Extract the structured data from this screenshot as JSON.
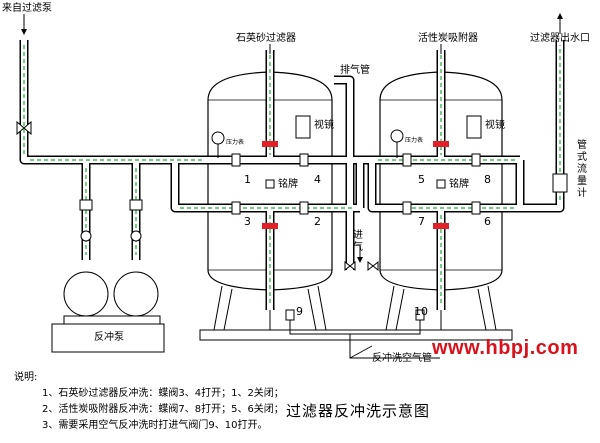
{
  "labels": {
    "inlet": "来自过滤泵",
    "quartz_filter": "石英砂过滤器",
    "carbon_filter": "活性炭吸附器",
    "outlet": "过滤器出水口",
    "vent_pipe": "排气管",
    "sight_glass_1": "视镜",
    "sight_glass_2": "视镜",
    "gauge_1": "压力表",
    "gauge_2": "压力表",
    "nameplate_1": "铭牌",
    "nameplate_2": "铭牌",
    "flowmeter": "管式流量计",
    "air_in": "进气",
    "backwash_pump": "反冲泵",
    "air_pipe": "反冲洗空气管"
  },
  "valve_numbers": [
    "1",
    "2",
    "3",
    "4",
    "5",
    "6",
    "7",
    "8",
    "9",
    "10"
  ],
  "notes": {
    "heading": "说明:",
    "items": [
      "1、石英砂过滤器反冲洗：蝶阀3、4打开；1、2关闭；",
      "2、活性炭吸附器反冲洗：蝶阀7、8打开；5、6关闭；",
      "3、需要采用空气反冲洗时打进气阀门9、10打开。"
    ]
  },
  "title": "过滤器反冲洗示意图",
  "website": "www.hbpj.com",
  "colors": {
    "pipe_fill": "#ffffff",
    "flow_arrow": "#1faa3a",
    "flange": "#e3202a",
    "watermark": "#d9121b",
    "line": "#000000"
  }
}
